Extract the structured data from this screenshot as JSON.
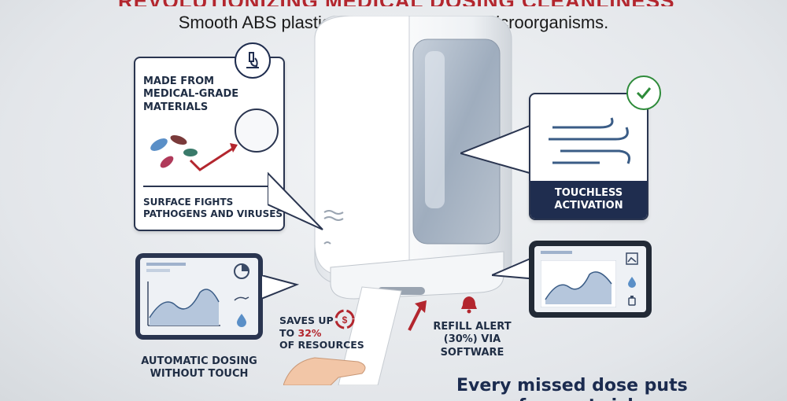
{
  "header": {
    "headline": "REVOLUTIONIZING MEDICAL DOSING CLEANLINESS",
    "subheadline": "Smooth ABS plastic fights bacteria and microorganisms."
  },
  "materials_panel": {
    "title_line1": "MADE FROM",
    "title_line2": "MEDICAL-GRADE",
    "title_line3": "MATERIALS",
    "caption_line1": "SURFACE FIGHTS",
    "caption_line2": "PATHOGENS AND VIRUSES",
    "icon": "microscope-icon"
  },
  "touchless_panel": {
    "label_line1": "TOUCHLESS",
    "label_line2": "ACTIVATION",
    "icon": "wind-waves-icon",
    "badge_icon": "checkmark-icon"
  },
  "dosing_panel": {
    "label_line1": "AUTOMATIC DOSING",
    "label_line2": "WITHOUT TOUCH"
  },
  "savings": {
    "line1": "SAVES UP",
    "line2_prefix": "TO ",
    "line2_value": "32%",
    "line3": "OF RESOURCES"
  },
  "refill_alert": {
    "line1": "REFILL ALERT",
    "line2": "(30%) VIA",
    "line3": "SOFTWARE"
  },
  "footer": {
    "line1": "Every missed dose puts",
    "line2": "your focus at risk"
  },
  "colors": {
    "navy": "#1f2d4f",
    "accent_red": "#b3262e",
    "check_green": "#2e8b3a"
  }
}
